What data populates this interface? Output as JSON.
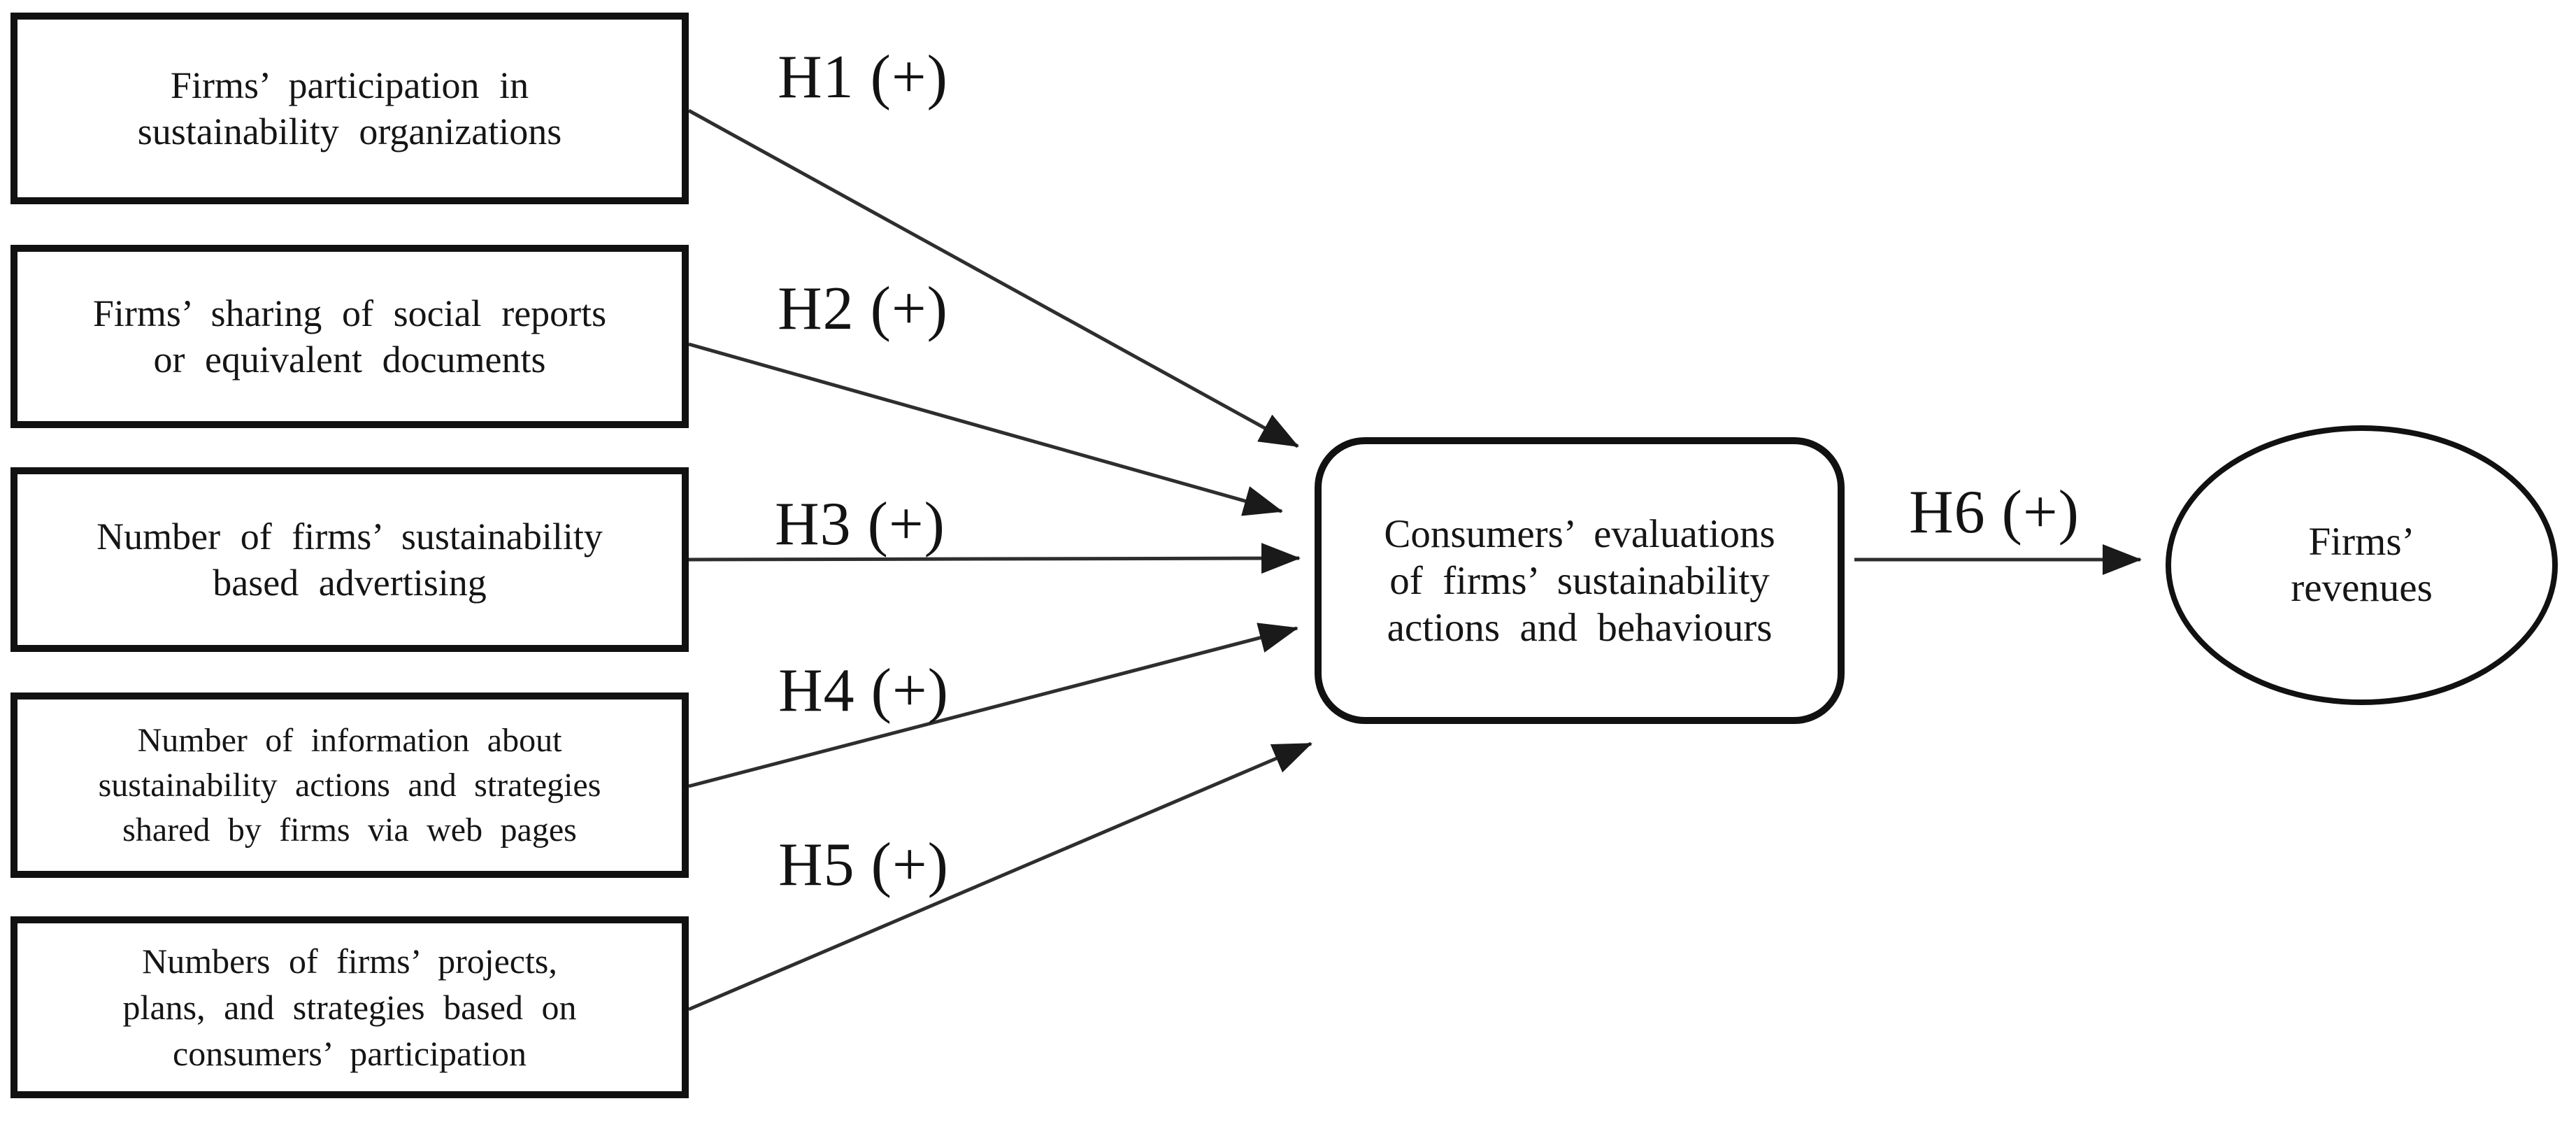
{
  "diagram_type": "hypothesis-path-model",
  "colors": {
    "background": "#ffffff",
    "ink": "#111111",
    "arrow": "#2e2e2e"
  },
  "nodes": {
    "antecedents": [
      {
        "id": "iv1",
        "shape": "rectangle",
        "lines": [
          "Firms’ participation in",
          "sustainability organizations"
        ]
      },
      {
        "id": "iv2",
        "shape": "rectangle",
        "lines": [
          "Firms’ sharing of social reports",
          "or equivalent documents"
        ]
      },
      {
        "id": "iv3",
        "shape": "rectangle",
        "lines": [
          "Number of firms’ sustainability",
          "based advertising"
        ]
      },
      {
        "id": "iv4",
        "shape": "rectangle",
        "lines": [
          "Number of information about",
          "sustainability actions and strategies",
          "shared by firms via web pages"
        ]
      },
      {
        "id": "iv5",
        "shape": "rectangle",
        "lines": [
          "Numbers of firms’ projects,",
          "plans, and strategies based on",
          "consumers’ participation"
        ]
      }
    ],
    "mediator": {
      "id": "mediator",
      "shape": "rounded-rectangle",
      "lines": [
        "Consumers’ evaluations",
        "of firms’ sustainability",
        "actions and behaviours"
      ]
    },
    "outcome": {
      "id": "outcome",
      "shape": "ellipse",
      "lines": [
        "Firms’",
        "revenues"
      ]
    }
  },
  "hypotheses": [
    {
      "id": "H1",
      "label": "H1 (+)",
      "sign": "+",
      "from": "iv1",
      "to": "mediator"
    },
    {
      "id": "H2",
      "label": "H2 (+)",
      "sign": "+",
      "from": "iv2",
      "to": "mediator"
    },
    {
      "id": "H3",
      "label": "H3 (+)",
      "sign": "+",
      "from": "iv3",
      "to": "mediator"
    },
    {
      "id": "H4",
      "label": "H4 (+)",
      "sign": "+",
      "from": "iv4",
      "to": "mediator"
    },
    {
      "id": "H5",
      "label": "H5 (+)",
      "sign": "+",
      "from": "iv5",
      "to": "mediator"
    },
    {
      "id": "H6",
      "label": "H6 (+)",
      "sign": "+",
      "from": "mediator",
      "to": "outcome"
    }
  ]
}
